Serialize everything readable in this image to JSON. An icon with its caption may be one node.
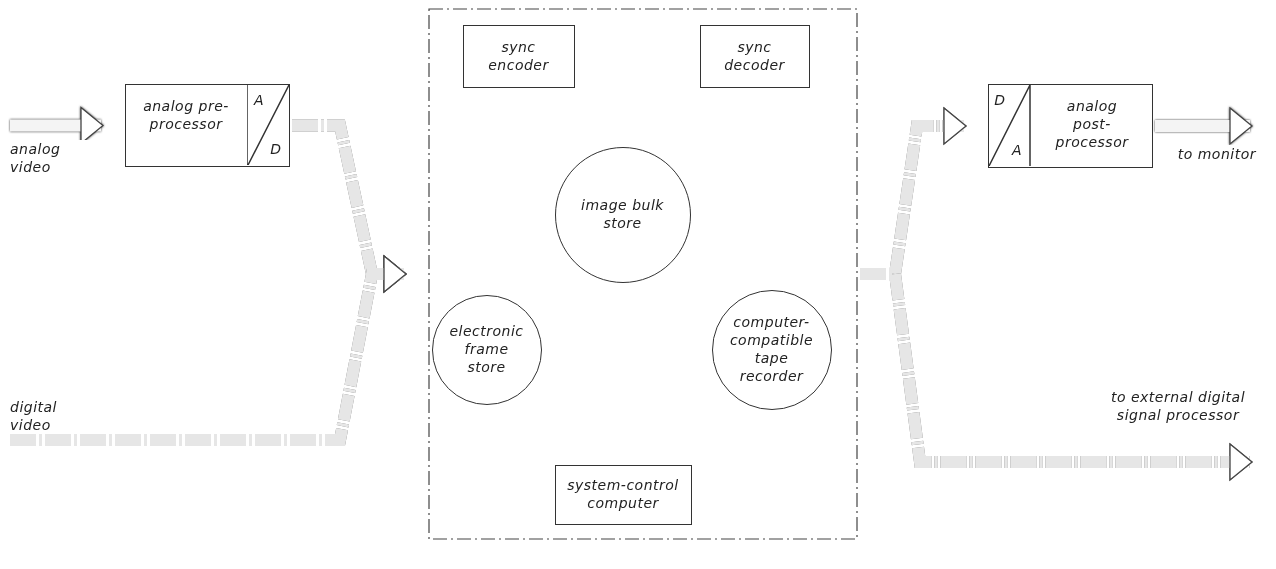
{
  "diagram": {
    "nodes": [
      {
        "text": [
          "analog pre-processor",
          "A",
          "D"
        ]
      },
      {
        "text": [],
        "shape": "box"
      },
      {
        "text": [
          "sync encoder"
        ],
        "in": 1
      },
      {
        "text": [
          "sync decoder"
        ],
        "in": 1
      },
      {
        "text": [
          "image bulk store"
        ],
        "in": 1
      },
      {
        "text": [
          "electronic frame store"
        ],
        "in": 1
      },
      {
        "text": [
          "computer-compatible tape recorder"
        ],
        "in": 1
      },
      {
        "text": [
          "system-control computer"
        ],
        "in": 1
      },
      {
        "text": [
          "D",
          "A",
          "analog post-processor"
        ]
      }
    ],
    "edges": [
      {
        "from": null,
        "to": 0,
        "arrow": "to",
        "label": "analog video"
      },
      {
        "from": 0,
        "to": 1,
        "arrow": "to",
        "style": "dashed"
      },
      {
        "from": null,
        "to": 1,
        "arrow": "to",
        "label": "digital video",
        "style": "dashed"
      },
      {
        "from": 1,
        "to": 8,
        "arrow": "to",
        "style": "dashed"
      },
      {
        "from": 1,
        "to": null,
        "arrow": "to",
        "label": "to external digital signal processor",
        "style": "dashed"
      },
      {
        "from": 8,
        "to": null,
        "arrow": "to",
        "label": "to monitor"
      }
    ]
  }
}
